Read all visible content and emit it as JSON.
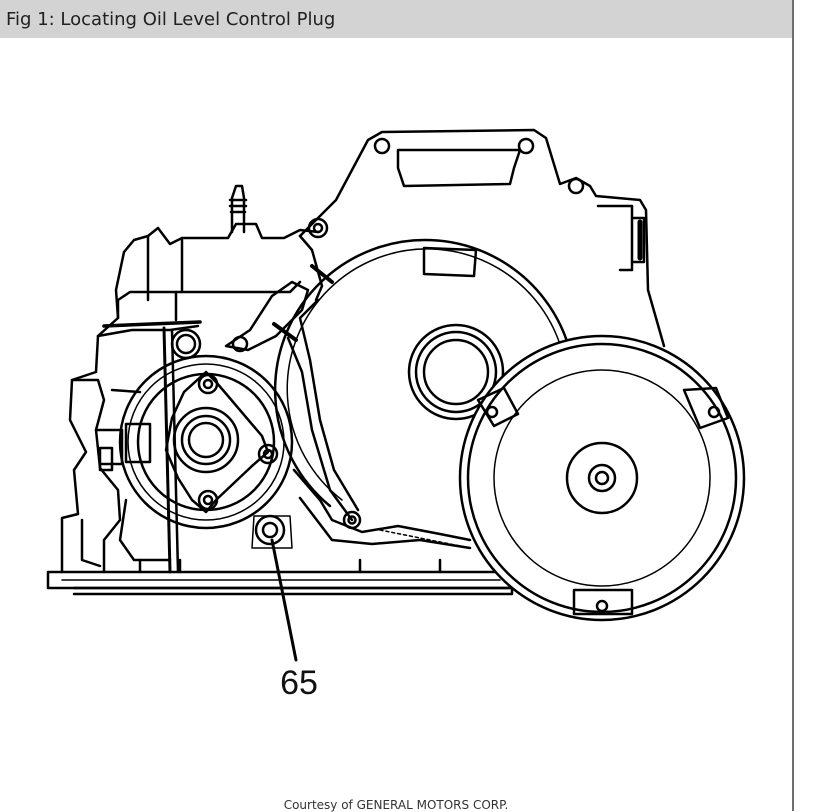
{
  "figure": {
    "title": "Fig 1: Locating Oil Level Control Plug",
    "callout_label": "65",
    "credit": "Courtesy of GENERAL MOTORS CORP."
  },
  "colors": {
    "title_bar": "#d3d3d3",
    "line_art": "#000000",
    "background": "#ffffff"
  }
}
